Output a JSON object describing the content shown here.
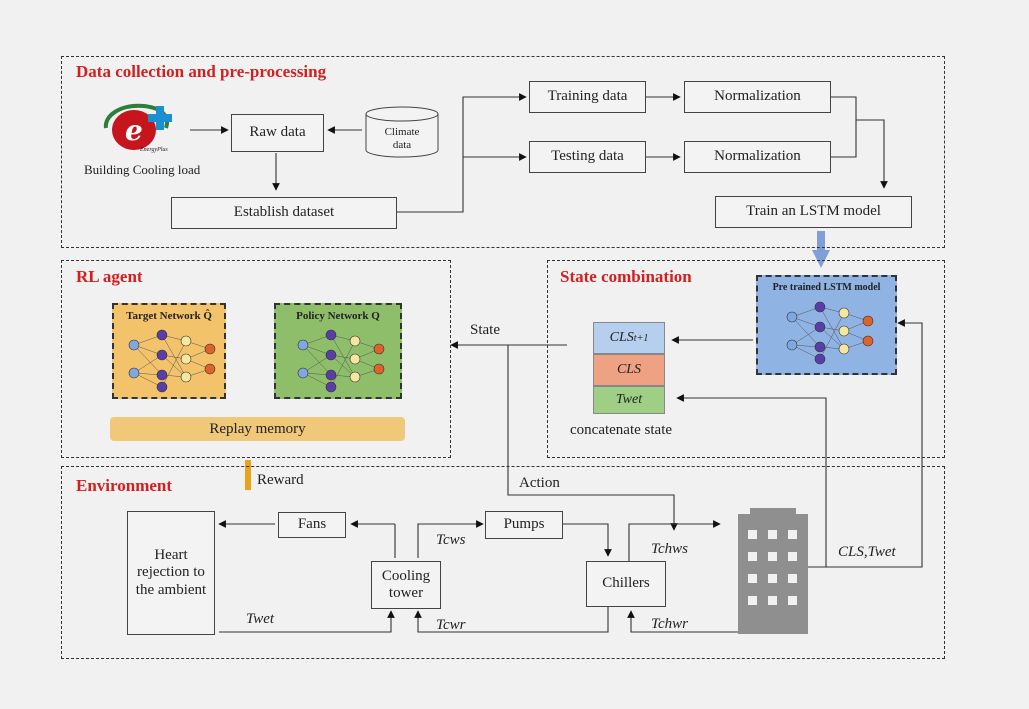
{
  "sections": {
    "data_collection": "Data collection and pre-processing",
    "rl_agent": "RL agent",
    "state_combination": "State combination",
    "environment": "Environment"
  },
  "logo": {
    "caption_small": "EnergyPlus",
    "caption": "Building Cooling load"
  },
  "data": {
    "raw_data": "Raw data",
    "climate_data_line1": "Climate",
    "climate_data_line2": "data",
    "establish_dataset": "Establish dataset",
    "training_data": "Training data",
    "testing_data": "Testing data",
    "normalization_1": "Normalization",
    "normalization_2": "Normalization",
    "train_lstm": "Train an LSTM model"
  },
  "agent": {
    "target_network": "Target Network Q̂",
    "policy_network": "Policy Network Q",
    "replay_memory": "Replay memory",
    "state_label": "State"
  },
  "state": {
    "pretrained_lstm": "Pre trained LSTM model",
    "cls_next": "CLS",
    "cls_next_sub": "t+1",
    "cls": "CLS",
    "twet": "Twet",
    "concat_caption": "concatenate state",
    "feedback_label": "CLS,Twet"
  },
  "environment": {
    "reward": "Reward",
    "action": "Action",
    "heat_rejection": "Heart rejection to the ambient",
    "fans": "Fans",
    "pumps": "Pumps",
    "cooling_tower": "Cooling tower",
    "chillers": "Chillers",
    "tcws": "Tcws",
    "tcwr": "Tcwr",
    "tchws": "Tchws",
    "tchwr": "Tchwr",
    "twet": "Twet"
  },
  "colors": {
    "title_red": "#d21f1f",
    "target_panel": "#f2c36b",
    "policy_panel": "#8fbe6b",
    "lstm_panel": "#8fb3e3",
    "replay_bar": "#f0c87a",
    "stack_blue": "#b6cfee",
    "stack_red": "#eea283",
    "stack_green": "#9fcf84",
    "down_arrow": "#7f9fd6",
    "reward_bar": "#e8a317"
  }
}
